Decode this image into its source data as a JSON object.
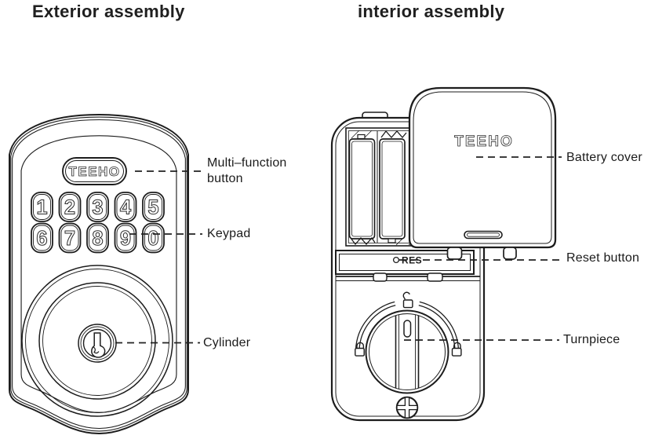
{
  "titles": {
    "exterior": "Exterior assembly",
    "interior": "interior assembly"
  },
  "brand": {
    "logo_text": "TEEHO"
  },
  "exterior": {
    "keypad_digits": [
      "1",
      "2",
      "3",
      "4",
      "5",
      "6",
      "7",
      "8",
      "9",
      "0"
    ],
    "labels": {
      "multi_function_line1": "Multi–function",
      "multi_function_line2": "button",
      "keypad": "Keypad",
      "cylinder": "Cylinder"
    }
  },
  "interior": {
    "reset_text": "RES",
    "labels": {
      "battery_cover": "Battery cover",
      "reset_button": "Reset button",
      "turnpiece": "Turnpiece"
    }
  },
  "colors": {
    "line": "#1d1d1d",
    "background": "#ffffff"
  }
}
